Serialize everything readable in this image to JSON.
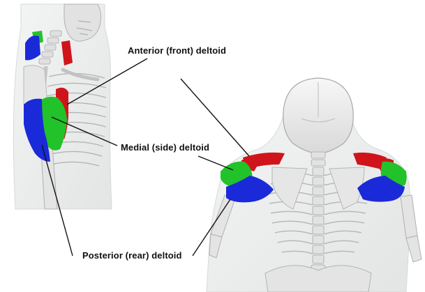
{
  "labels": {
    "anterior": "Anterior (front) deltoid",
    "medial": "Medial (side) deltoid",
    "posterior": "Posterior (rear) deltoid"
  },
  "colors": {
    "anterior": "#d0141c",
    "medial": "#22c22a",
    "posterior": "#1a2ad8",
    "bone": "#e6e6e6",
    "bone_stroke": "#b9b9b9",
    "body_silhouette": "#eceeee",
    "leader_line": "#111111"
  }
}
